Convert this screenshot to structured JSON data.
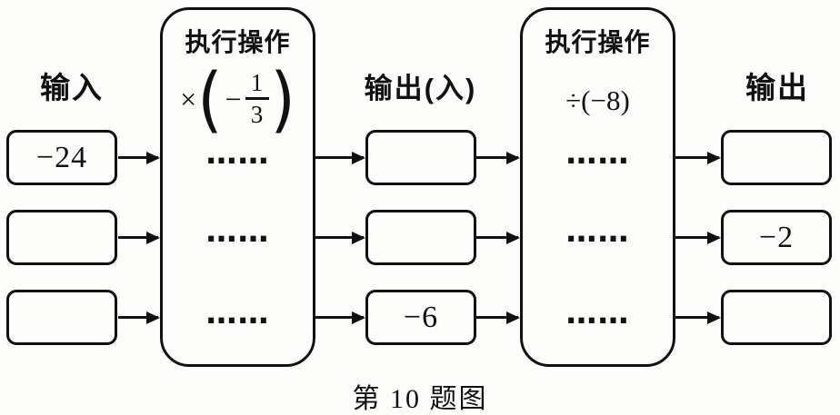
{
  "figure": {
    "caption": "第 10 题图"
  },
  "columns": {
    "input": {
      "label": "输入",
      "boxes": [
        "−24",
        "",
        ""
      ]
    },
    "intermediate": {
      "label": "输出(入)",
      "boxes": [
        "",
        "",
        "−6"
      ]
    },
    "output": {
      "label": "输出",
      "boxes": [
        "",
        "−2",
        ""
      ]
    }
  },
  "machines": [
    {
      "title": "执行操作",
      "op": {
        "times": "×",
        "open": "(",
        "minus": "−",
        "numerator": "1",
        "denominator": "3",
        "close": ")"
      },
      "dots": [
        "……",
        "……",
        "……"
      ]
    },
    {
      "title": "执行操作",
      "operation": "÷(−8)",
      "dots": [
        "……",
        "……",
        "……"
      ]
    }
  ],
  "colors": {
    "ink": "#111111",
    "background": "#fdfdfc"
  }
}
